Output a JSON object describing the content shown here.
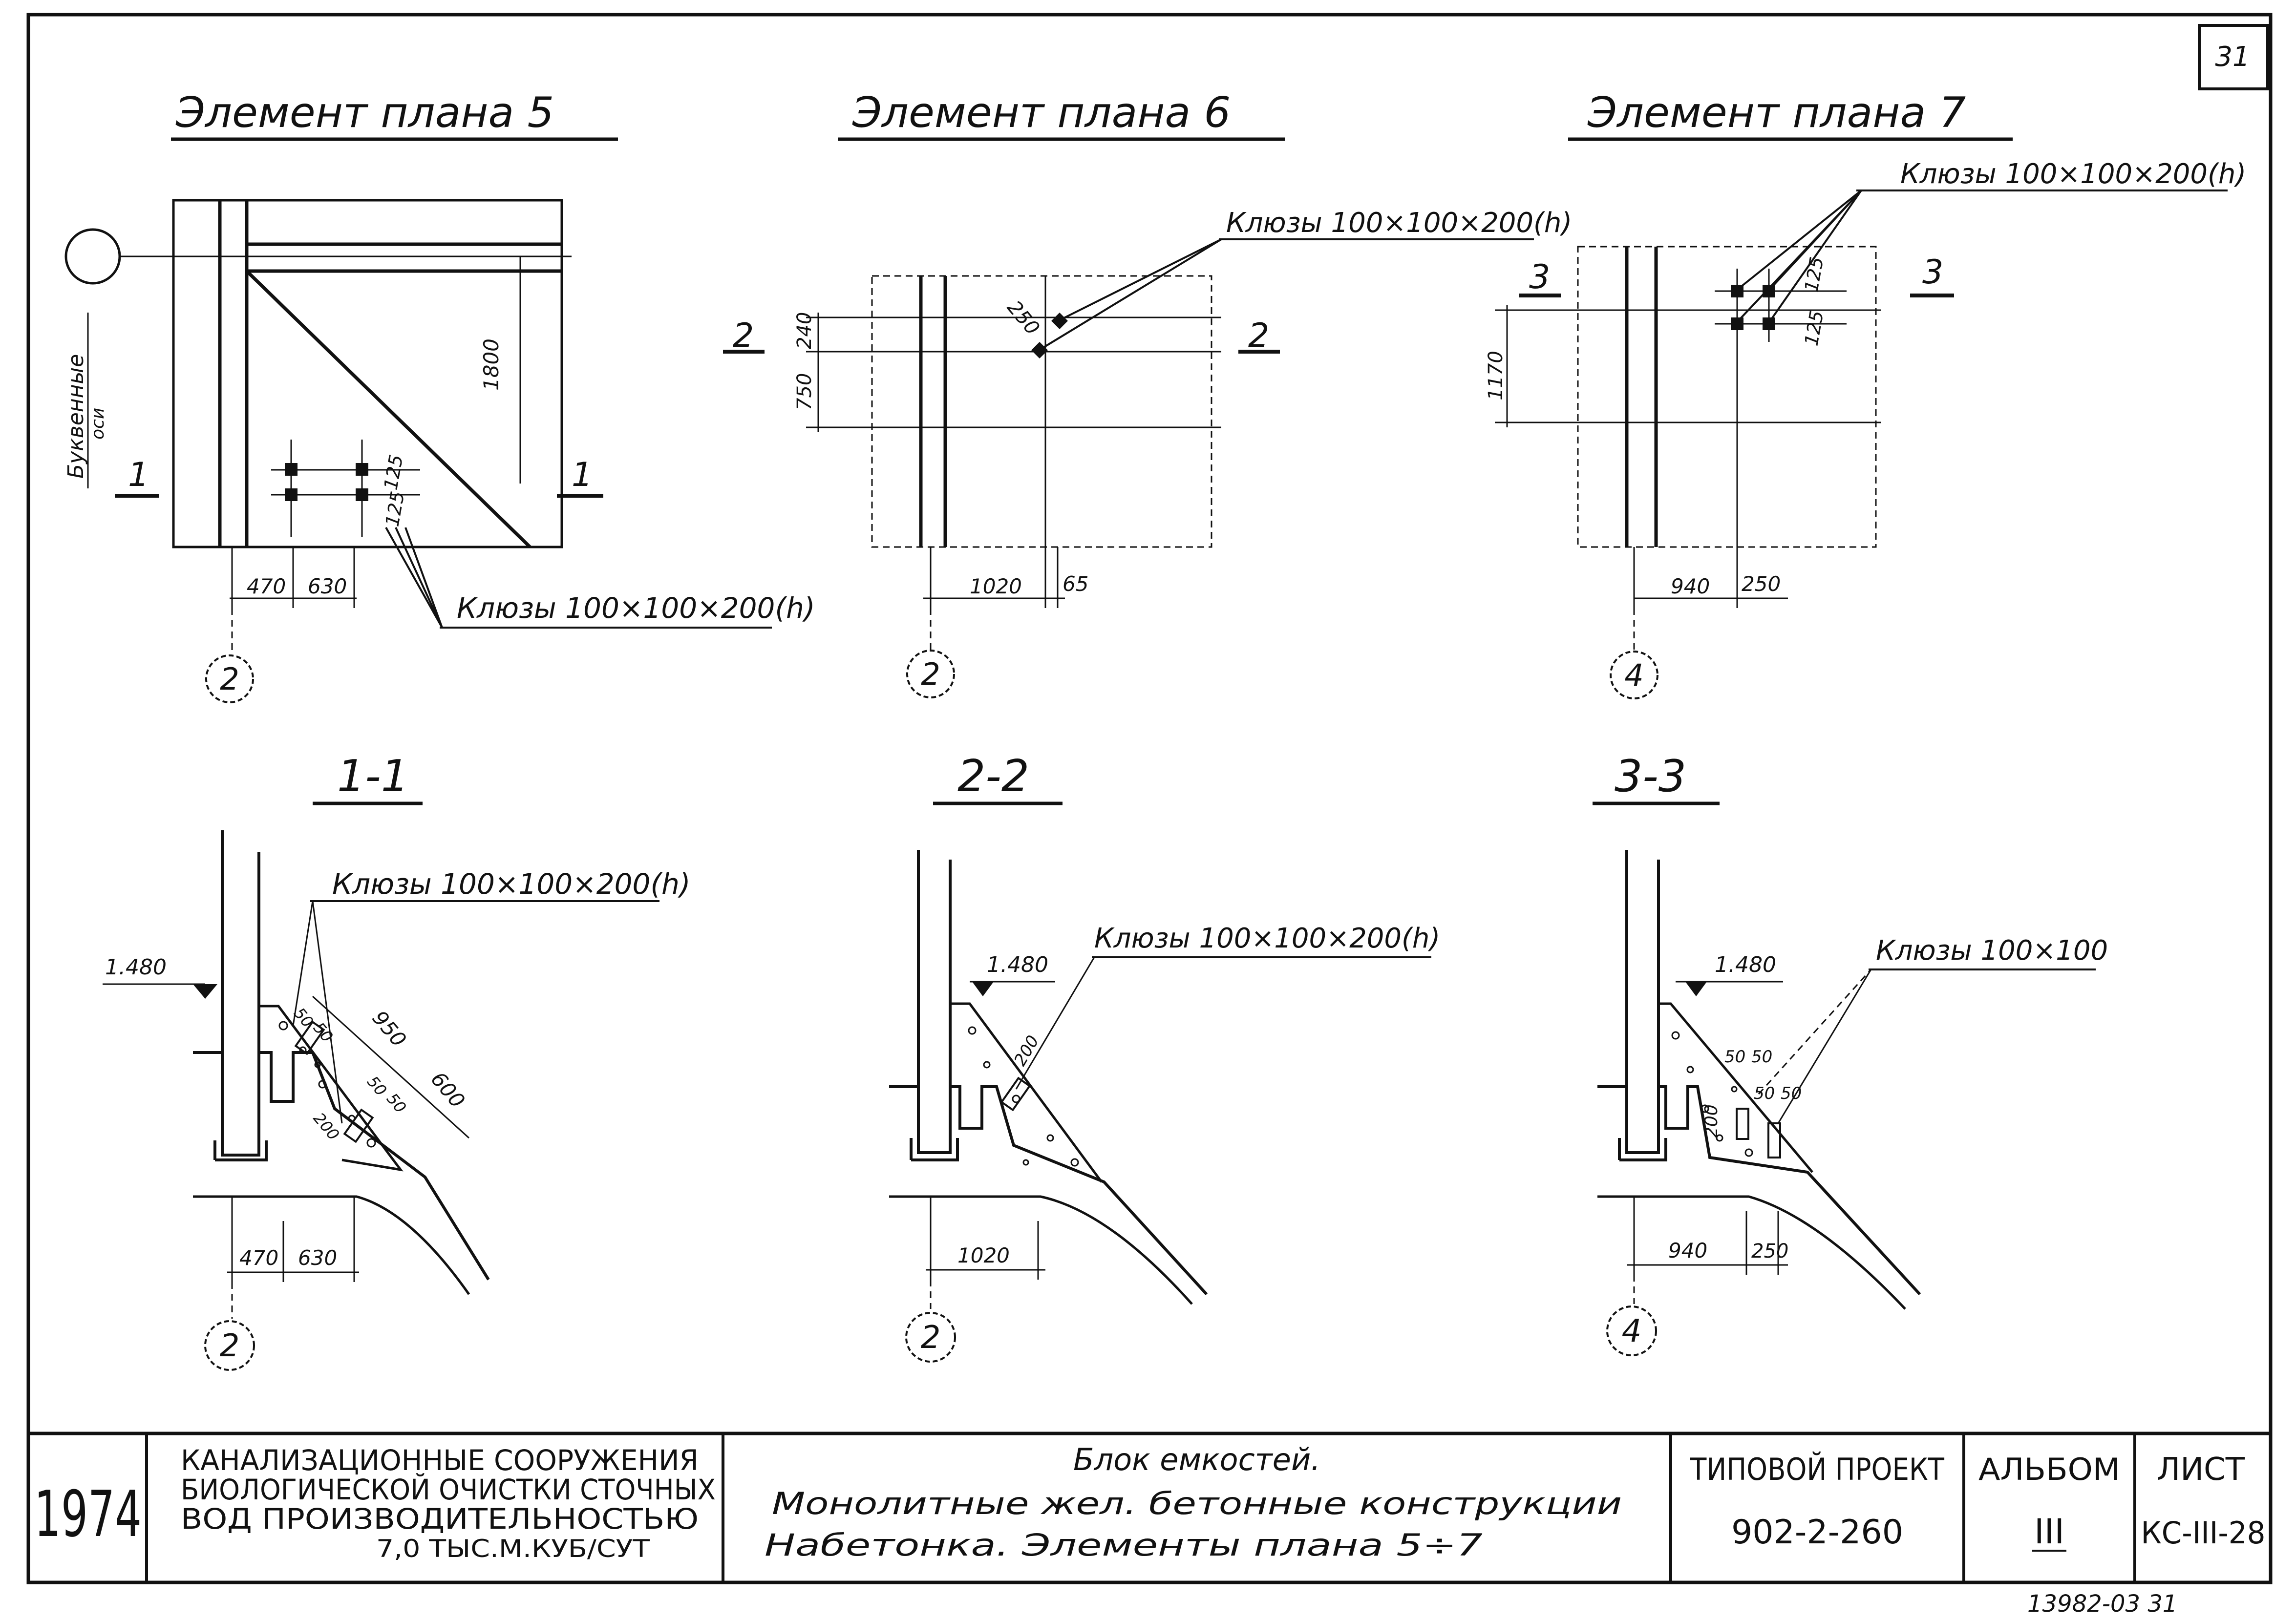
{
  "sheet_number": "31",
  "footer_code": "13982-03  31",
  "axis_note": [
    "Буквенные",
    "оси"
  ],
  "anchor_label": "Клюзы  100×100×200(h)",
  "anchor_label_short": "Клюзы  100×100",
  "plans": [
    {
      "title": "Элемент  плана 5",
      "cut_mark": "1",
      "axis": "2",
      "dims": [
        "470",
        "630",
        "125",
        "125",
        "1800"
      ]
    },
    {
      "title": "Элемент  плана 6",
      "cut_mark": "2",
      "axis": "2",
      "dims": [
        "1020",
        "65",
        "250",
        "240",
        "750"
      ]
    },
    {
      "title": "Элемент  плана 7",
      "cut_mark": "3",
      "axis": "4",
      "dims": [
        "940",
        "250",
        "125",
        "125",
        "1170"
      ]
    }
  ],
  "sections": [
    {
      "title": "1-1",
      "level": "1.480",
      "axis": "2",
      "dims": [
        "470",
        "630",
        "950",
        "600",
        "50",
        "50",
        "50",
        "50",
        "200"
      ]
    },
    {
      "title": "2-2",
      "level": "1.480",
      "axis": "2",
      "dims": [
        "1020",
        "200"
      ]
    },
    {
      "title": "3-3",
      "level": "1.480",
      "axis": "4",
      "dims": [
        "940",
        "250",
        "50",
        "50",
        "50",
        "50",
        "200"
      ]
    }
  ],
  "title_block": {
    "year": "1974",
    "org_lines": [
      "КАНАЛИЗАЦИОННЫЕ  СООРУЖЕНИЯ",
      "БИОЛОГИЧЕСКОЙ ОЧИСТКИ СТОЧНЫХ",
      "ВОД    ПРОИЗВОДИТЕЛЬНОСТЬЮ",
      "7,0 ТЫС.М.КУБ/СУТ"
    ],
    "desc_lines": [
      "Блок   емкостей.",
      "Монолитные   жел.  бетонные   конструкции",
      "Набетонка.  Элементы   плана  5÷7"
    ],
    "project_label": "ТИПОВОЙ ПРОЕКТ",
    "project_number": "902-2-260",
    "album_label": "АЛЬБОМ",
    "album_value": "III",
    "sheet_label": "ЛИСТ",
    "sheet_value": "КС-III-28"
  }
}
